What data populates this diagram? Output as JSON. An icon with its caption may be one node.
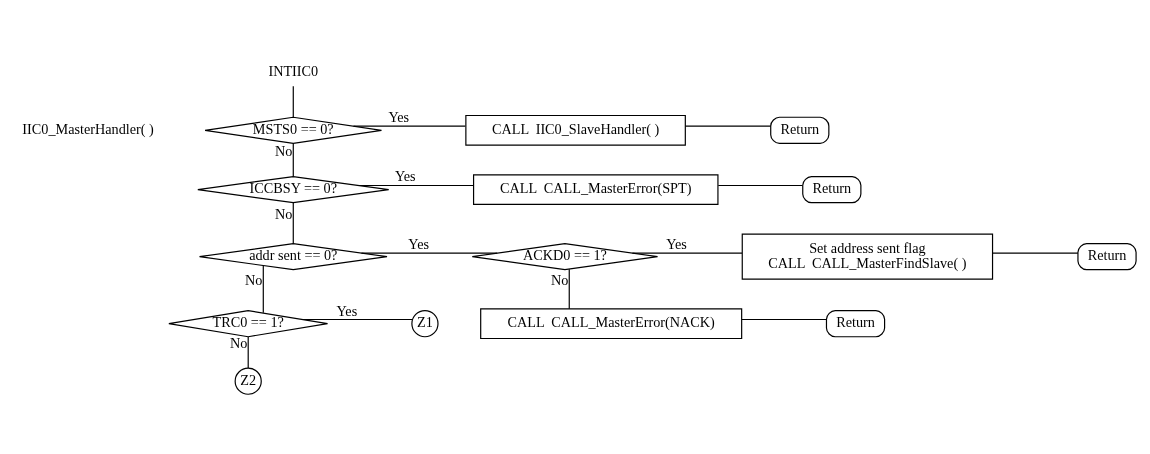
{
  "diagram": {
    "nodes": [
      {
        "text": [
          "INTIIC0"
        ]
      },
      {
        "text": [
          "MSTS0 == 0?"
        ]
      },
      {
        "text": [
          "CALL  IIC0_SlaveHandler( )"
        ]
      },
      {
        "text": [
          "Return"
        ]
      },
      {
        "text": [
          "ICCBSY == 0?"
        ]
      },
      {
        "text": [
          "CALL  CALL_MasterError(SPT)"
        ]
      },
      {
        "text": [
          "Return"
        ]
      },
      {
        "text": [
          "addr sent == 0?"
        ]
      },
      {
        "text": [
          "ACKD0 == 1?"
        ]
      },
      {
        "text": [
          "Set address sent flag",
          "CALL  CALL_MasterFindSlave( )"
        ]
      },
      {
        "text": [
          "Return"
        ]
      },
      {
        "text": [
          "CALL  CALL_MasterError(NACK)"
        ]
      },
      {
        "text": [
          "Return"
        ]
      },
      {
        "text": [
          "TRC0 == 1?"
        ]
      },
      {
        "text": [
          "Z1"
        ]
      },
      {
        "text": [
          "Z2"
        ]
      }
    ],
    "edges": [
      {
        "from": 0,
        "to": 1,
        "arrow": "none"
      },
      {
        "from": 1,
        "to": 2,
        "arrow": "none",
        "label": "Yes"
      },
      {
        "from": 2,
        "to": 3,
        "arrow": "none"
      },
      {
        "from": 1,
        "to": 4,
        "arrow": "none",
        "label": "No"
      },
      {
        "from": 4,
        "to": 5,
        "arrow": "none",
        "label": "Yes"
      },
      {
        "from": 5,
        "to": 6,
        "arrow": "none"
      },
      {
        "from": 4,
        "to": 7,
        "arrow": "none",
        "label": "No"
      },
      {
        "from": 7,
        "to": 8,
        "arrow": "none",
        "label": "Yes"
      },
      {
        "from": 8,
        "to": 9,
        "arrow": "none",
        "label": "Yes"
      },
      {
        "from": 9,
        "to": 10,
        "arrow": "none"
      },
      {
        "from": 8,
        "to": 11,
        "arrow": "none",
        "label": "No"
      },
      {
        "from": 11,
        "to": 12,
        "arrow": "none"
      },
      {
        "from": 7,
        "to": 13,
        "arrow": "none",
        "label": "No"
      },
      {
        "from": 13,
        "to": 14,
        "arrow": "none",
        "label": "Yes"
      },
      {
        "from": 13,
        "to": 15,
        "arrow": "none",
        "label": "No"
      }
    ],
    "labels": [
      "IIC0_MasterHandler( )"
    ]
  }
}
